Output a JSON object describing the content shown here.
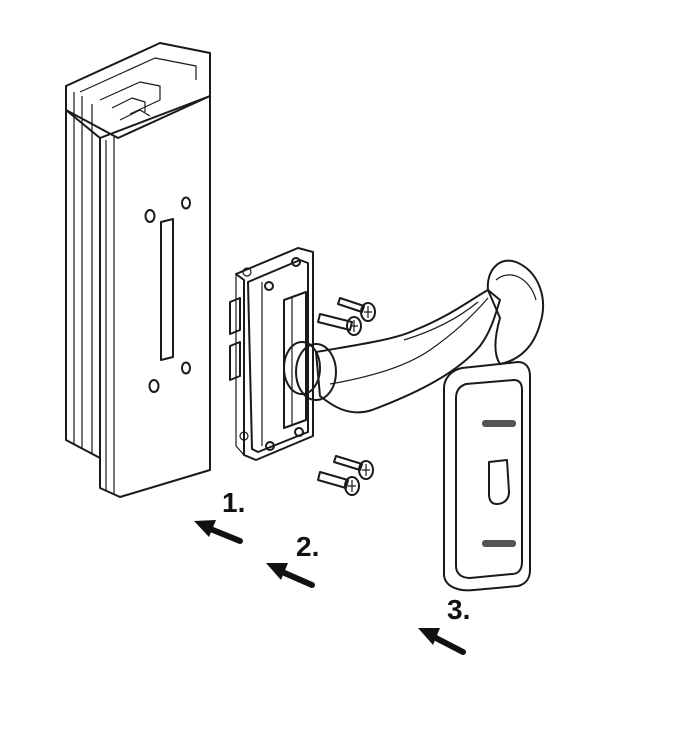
{
  "steps": [
    {
      "number": "1.",
      "label": "1."
    },
    {
      "number": "2.",
      "label": "2."
    },
    {
      "number": "3.",
      "label": "3."
    }
  ],
  "parts": [
    {
      "name": "door-profile"
    },
    {
      "name": "mounting-plate"
    },
    {
      "name": "lever-handle"
    },
    {
      "name": "cover-rose"
    },
    {
      "name": "screw"
    }
  ],
  "colors": {
    "outline": "#1a1a1a",
    "part_fill": "#f7f7f7",
    "shade": "#d9d9d9",
    "dark": "#333333"
  }
}
